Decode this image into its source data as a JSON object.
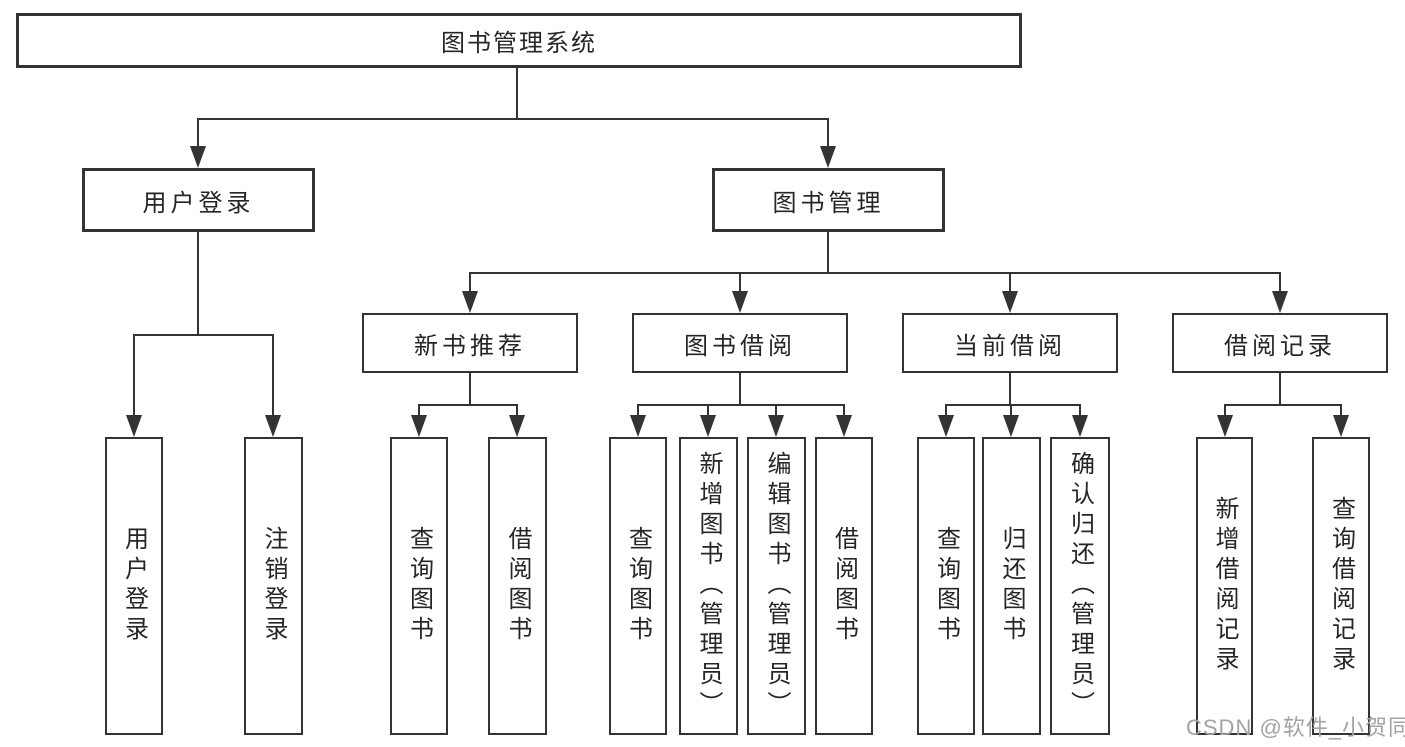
{
  "tree": {
    "root": {
      "label": "图书管理系统"
    },
    "branches": [
      {
        "label": "用户登录",
        "children": [
          {
            "label": "用户登录"
          },
          {
            "label": "注销登录"
          }
        ]
      },
      {
        "label": "图书管理",
        "children": [
          {
            "label": "新书推荐",
            "children": [
              {
                "label": "查询图书"
              },
              {
                "label": "借阅图书"
              }
            ]
          },
          {
            "label": "图书借阅",
            "children": [
              {
                "label": "查询图书"
              },
              {
                "label": "新增图书（管理员）"
              },
              {
                "label": "编辑图书（管理员）"
              },
              {
                "label": "借阅图书"
              }
            ]
          },
          {
            "label": "当前借阅",
            "children": [
              {
                "label": "查询图书"
              },
              {
                "label": "归还图书"
              },
              {
                "label": "确认归还（管理员）"
              }
            ]
          },
          {
            "label": "借阅记录",
            "children": [
              {
                "label": "新增借阅记录"
              },
              {
                "label": "查询借阅记录"
              }
            ]
          }
        ]
      }
    ]
  },
  "watermark": {
    "text": "CSDN @软件_小贺同学"
  },
  "colors": {
    "background": "#ffffff",
    "line": "#333333",
    "box_border": "#333333",
    "box_fill": "#ffffff",
    "text": "#262626",
    "watermark": "#a3a3a3"
  }
}
